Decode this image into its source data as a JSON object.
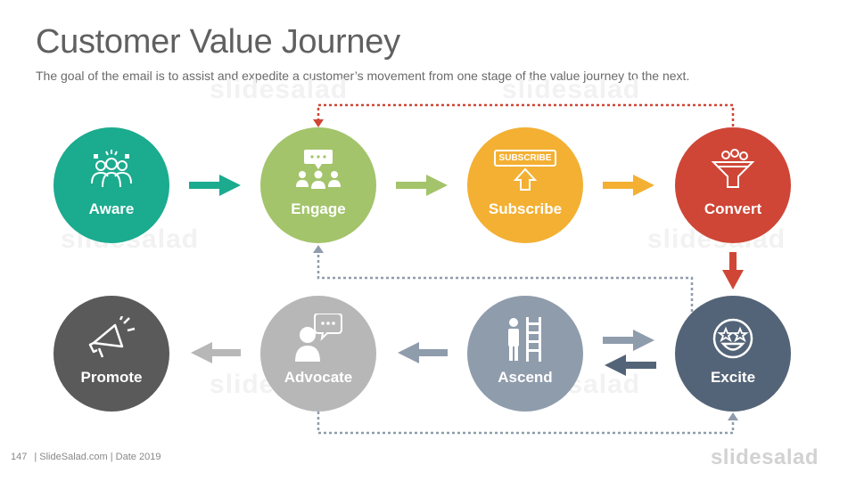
{
  "header": {
    "title": "Customer Value Journey",
    "subtitle": "The goal of the email is to assist and expedite a customer’s movement from one stage of the value journey to the next."
  },
  "stages": [
    {
      "label": "Aware",
      "color": "#1bab8f",
      "icon": "people-group-icon"
    },
    {
      "label": "Engage",
      "color": "#a3c46b",
      "icon": "meeting-chat-icon"
    },
    {
      "label": "Subscribe",
      "color": "#f3b033",
      "icon": "subscribe-button-icon",
      "badge": "SUBSCRIBE"
    },
    {
      "label": "Convert",
      "color": "#cf4636",
      "icon": "funnel-coins-icon"
    },
    {
      "label": "Excite",
      "color": "#546478",
      "icon": "star-eyes-face-icon"
    },
    {
      "label": "Ascend",
      "color": "#8f9cac",
      "icon": "person-ladder-icon"
    },
    {
      "label": "Advocate",
      "color": "#b7b7b7",
      "icon": "speaker-chat-icon"
    },
    {
      "label": "Promote",
      "color": "#5a5a5a",
      "icon": "megaphone-icon"
    }
  ],
  "footer": {
    "page_number": "147",
    "text": "| SlideSalad.com | Date 2019"
  },
  "brand": "slidesalad",
  "watermark": "slidesalad"
}
